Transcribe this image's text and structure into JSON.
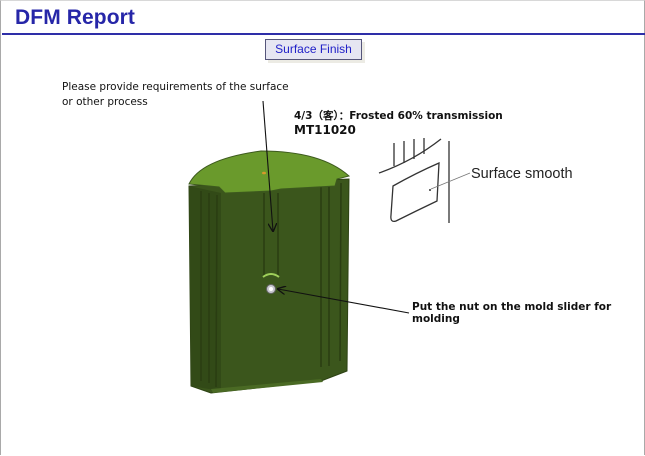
{
  "header": {
    "title": "DFM Report",
    "accent_color": "#2626a8"
  },
  "section": {
    "label": "Surface Finish"
  },
  "annotations": {
    "surface_requirement": "Please provide requirements of the surface or other process",
    "finish_spec_line1": "4/3（客）：Frosted 60% transmission",
    "finish_spec_line2": "MT11020",
    "surface_smooth": "Surface smooth",
    "nut_instruction": "Put the nut on the mold slider for molding"
  },
  "images": {
    "part_model": "green-cylindrical-part-3d-render",
    "detail_sketch": "surface-smooth-line-drawing",
    "part_color": "#3d5a1e",
    "top_color": "#6a9a2c"
  }
}
